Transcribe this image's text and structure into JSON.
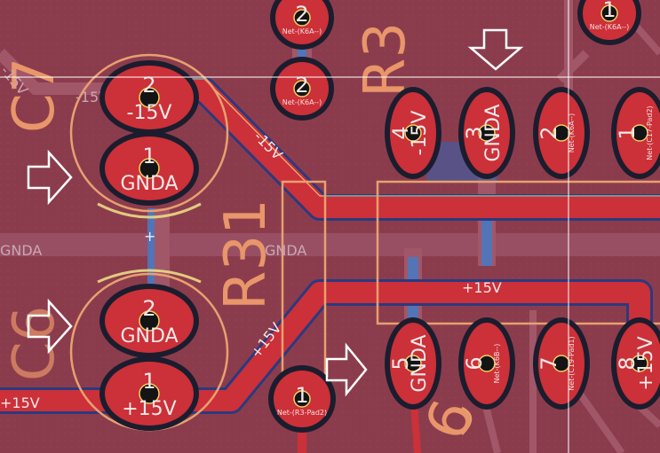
{
  "board": {
    "background": "#8b3c4c",
    "copper_color": "#cc3038",
    "pad_ring_color": "#1b1d2e",
    "silkscreen_color": "#e8966a",
    "crosshair_color": "#ffffff"
  },
  "refs": {
    "c7": "C7",
    "c6": "C6",
    "r31": "R31",
    "r3": "R3",
    "u_partial": "6"
  },
  "tracks": {
    "neg15_upper_left": "-15V",
    "neg15_diag": "-15V",
    "pos15_diag": "+15V",
    "pos15_horiz": "+15V",
    "pos15_left": "+15V",
    "gnda_left": "GNDA",
    "gnda_mid": "GNDA",
    "plus_mark": "+"
  },
  "pads": {
    "c7_2": {
      "num": "2",
      "net": "-15V"
    },
    "c7_1": {
      "num": "1",
      "net": "GNDA"
    },
    "c6_2": {
      "num": "2",
      "net": "GNDA"
    },
    "c6_1": {
      "num": "1",
      "net": "+15V"
    },
    "k6a_top": {
      "num": "2",
      "net": "Net-(K6A--)"
    },
    "k6a_mid": {
      "num": "2",
      "net": "Net-(K6A--)"
    },
    "k6a_right": {
      "num": "1",
      "net": "Net-(K6A--)"
    },
    "u4": {
      "num": "4",
      "net": "-15V"
    },
    "u3": {
      "num": "3",
      "net": "GNDA"
    },
    "u2": {
      "num": "2",
      "net": "Net-(K6A--)"
    },
    "u1": {
      "num": "1",
      "net": "Net-(C17-Pad2)"
    },
    "u5": {
      "num": "5",
      "net": "GNDA"
    },
    "u6": {
      "num": "6",
      "net": "Net-(K6B--)"
    },
    "u7": {
      "num": "7",
      "net": "Net-(C19-Pad1)"
    },
    "u8": {
      "num": "8",
      "net": "+15V"
    },
    "r3_1": {
      "num": "1",
      "net": "Net-(R3-Pad2)"
    }
  },
  "icons": {
    "arrows": [
      "arrow-right-icon",
      "arrow-right-icon",
      "arrow-right-icon",
      "arrow-down-icon"
    ]
  }
}
